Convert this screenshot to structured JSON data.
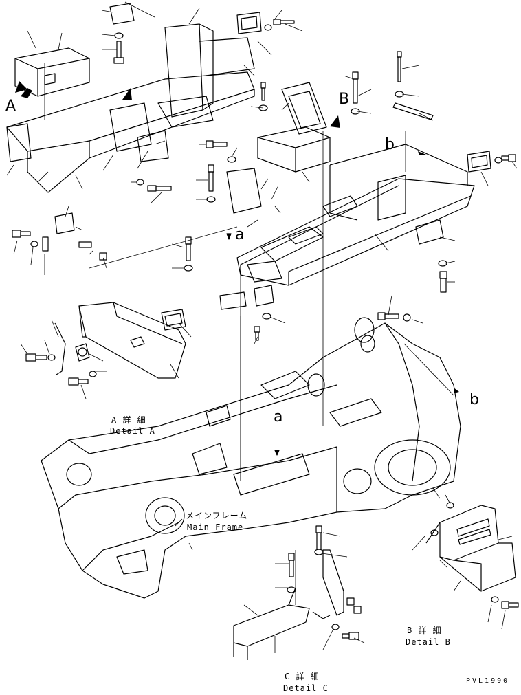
{
  "detail_a": {
    "ja": "A 詳 細",
    "en": "Detail A"
  },
  "detail_b": {
    "ja": "B 詳 細",
    "en": "Detail B"
  },
  "detail_c": {
    "ja": "C 詳 細",
    "en": "Detail C"
  },
  "main_frame": {
    "ja": "メインフレーム",
    "en": "Main Frame"
  },
  "view_markers": {
    "A": "A",
    "B": "B",
    "a_upper": "a",
    "a_lower": "a",
    "b_upper": "b",
    "b_lower": "b"
  },
  "drawing_code": "PVL1990",
  "colors": {
    "line": "#000000",
    "background": "#ffffff"
  }
}
